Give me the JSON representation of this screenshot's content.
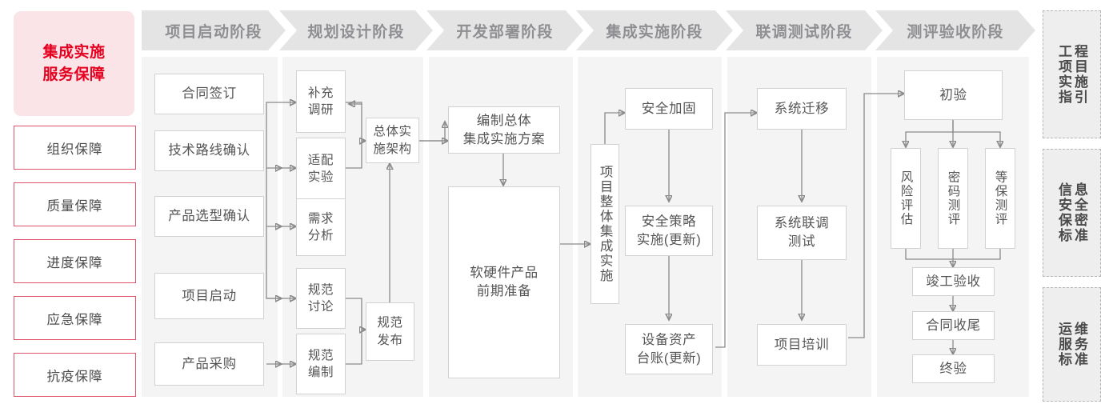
{
  "guarantee": {
    "title": "集成实施\n服务保障",
    "title_line1": "集成实施",
    "title_line2": "服务保障",
    "items": [
      {
        "label": "组织保障"
      },
      {
        "label": "质量保障"
      },
      {
        "label": "进度保障"
      },
      {
        "label": "应急保障"
      },
      {
        "label": "抗疫保障"
      }
    ]
  },
  "phases": [
    {
      "label": "项目启动阶段"
    },
    {
      "label": "规划设计阶段"
    },
    {
      "label": "开发部署阶段"
    },
    {
      "label": "集成实施阶段"
    },
    {
      "label": "联调测试阶段"
    },
    {
      "label": "测评验收阶段"
    }
  ],
  "nodes": {
    "p1": [
      {
        "label": "合同签订"
      },
      {
        "label": "技术路线确认"
      },
      {
        "label": "产品选型确认"
      },
      {
        "label": "项目启动"
      },
      {
        "label": "产品采购"
      }
    ],
    "p2": [
      {
        "label": "补充\n调研",
        "l1": "补充",
        "l2": "调研"
      },
      {
        "label": "适配\n实验",
        "l1": "适配",
        "l2": "实验"
      },
      {
        "label": "需求\n分析",
        "l1": "需求",
        "l2": "分析"
      },
      {
        "label": "规范\n讨论",
        "l1": "规范",
        "l2": "讨论"
      },
      {
        "label": "规范\n编制",
        "l1": "规范",
        "l2": "编制"
      },
      {
        "label": "总体实\n施架构",
        "l1": "总体实",
        "l2": "施架构"
      },
      {
        "label": "规范\n发布",
        "l1": "规范",
        "l2": "发布"
      }
    ],
    "p3": [
      {
        "label": "编制总体\n集成实施方案",
        "l1": "编制总体",
        "l2": "集成实施方案"
      },
      {
        "label": "软硬件产品\n前期准备",
        "l1": "软硬件产品",
        "l2": "前期准备"
      }
    ],
    "p4": [
      {
        "label": "项目整体集成实施"
      },
      {
        "label": "安全加固"
      },
      {
        "label": "安全策略\n实施(更新)",
        "l1": "安全策略",
        "l2": "实施(更新)"
      },
      {
        "label": "设备资产\n台账(更新)",
        "l1": "设备资产",
        "l2": "台账(更新)"
      }
    ],
    "p5": [
      {
        "label": "系统迁移"
      },
      {
        "label": "系统联调\n测试",
        "l1": "系统联调",
        "l2": "测试"
      },
      {
        "label": "项目培训"
      }
    ],
    "p6": [
      {
        "label": "初验"
      },
      {
        "label": "风险评估"
      },
      {
        "label": "密码测评"
      },
      {
        "label": "等保测评"
      },
      {
        "label": "竣工验收"
      },
      {
        "label": "合同收尾"
      },
      {
        "label": "终验"
      }
    ]
  },
  "standards": [
    {
      "col_right": "程目施引",
      "col_left": "工项实指",
      "full": "工程项目实施指引"
    },
    {
      "col_right": "息全密准",
      "col_left": "信安保标",
      "full": "信息安全保密标准"
    },
    {
      "col_right": "维务准",
      "col_left": "运服标",
      "full": "运维服务标准"
    }
  ],
  "colors": {
    "accent_red": "#e60020",
    "guarantee_bg": "#fbe4e7",
    "guarantee_border": "#e0556b",
    "band_bg": "#f4f4f4",
    "chevron_bg": "#e4e4e4",
    "chevron_text": "#8e8e93",
    "node_border": "#d2d2d2",
    "node_text": "#555555",
    "wire": "#8a8a8a",
    "std_bg": "#eeeeee",
    "std_border": "#b6b6b6"
  }
}
